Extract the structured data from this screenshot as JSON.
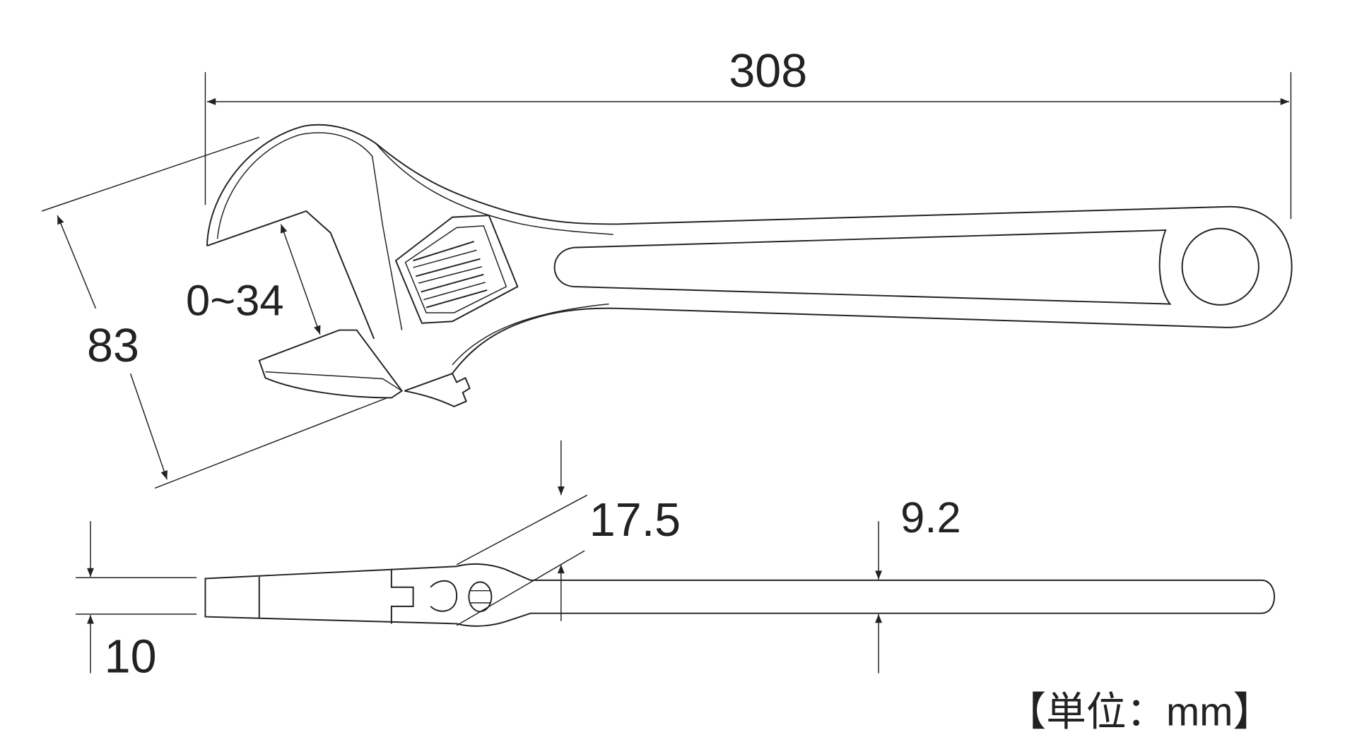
{
  "title": "Adjustable wrench dimension drawing",
  "dimensions": {
    "overall_length": "308",
    "head_width": "83",
    "jaw_opening": "0~34",
    "jaw_thickness": "10",
    "head_thickness": "17.5",
    "handle_thickness": "9.2"
  },
  "unit_label": "【単位：mm】",
  "colors": {
    "line": "#222222",
    "background": "#ffffff"
  }
}
